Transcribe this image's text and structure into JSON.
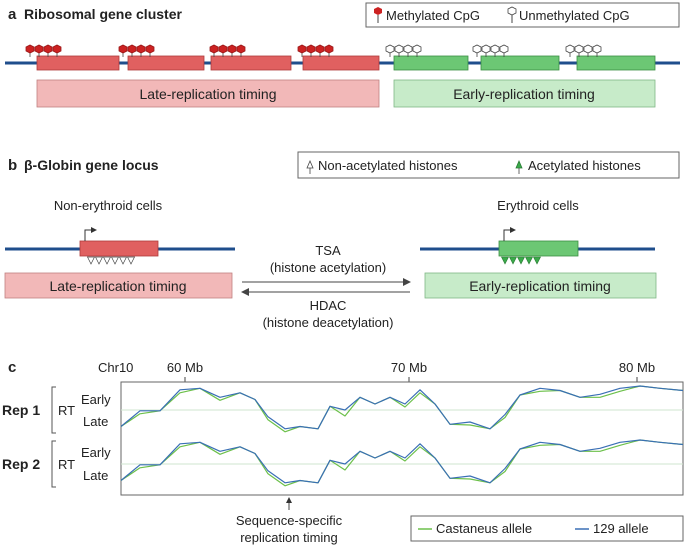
{
  "panel_a": {
    "letter": "a",
    "title": "Ribosomal gene cluster",
    "legend": {
      "methylated": "Methylated CpG",
      "unmethylated": "Unmethylated CpG"
    },
    "late_label": "Late-replication timing",
    "early_label": "Early-replication timing"
  },
  "panel_b": {
    "letter": "b",
    "title": "β-Globin gene locus",
    "legend": {
      "non_acetylated": "Non-acetylated histones",
      "acetylated": "Acetylated histones"
    },
    "left_cells": "Non-erythroid cells",
    "right_cells": "Erythroid cells",
    "left_timing": "Late-replication timing",
    "right_timing": "Early-replication timing",
    "forward_top": "TSA",
    "forward_bottom": "(histone acetylation)",
    "reverse_top": "HDAC",
    "reverse_bottom": "(histone deacetylation)"
  },
  "panel_c": {
    "letter": "c",
    "chrom": "Chr10",
    "ticks": [
      "60 Mb",
      "70 Mb",
      "80 Mb"
    ],
    "rep1": "Rep 1",
    "rep2": "Rep 2",
    "rt": "RT",
    "early": "Early",
    "late": "Late",
    "annotation_line1": "Sequence-specific",
    "annotation_line2": "replication timing",
    "legend": {
      "castaneus": "Castaneus allele",
      "s129": "129 allele"
    }
  },
  "colors": {
    "dna": "#1f4e8c",
    "late_gene": "#e06060",
    "late_box": "#f2b8b8",
    "early_gene": "#6cc774",
    "early_box": "#c7ebc9",
    "methyl": "#cc2222",
    "green_trace": "#6cc04a",
    "blue_trace": "#3a6fb5"
  }
}
